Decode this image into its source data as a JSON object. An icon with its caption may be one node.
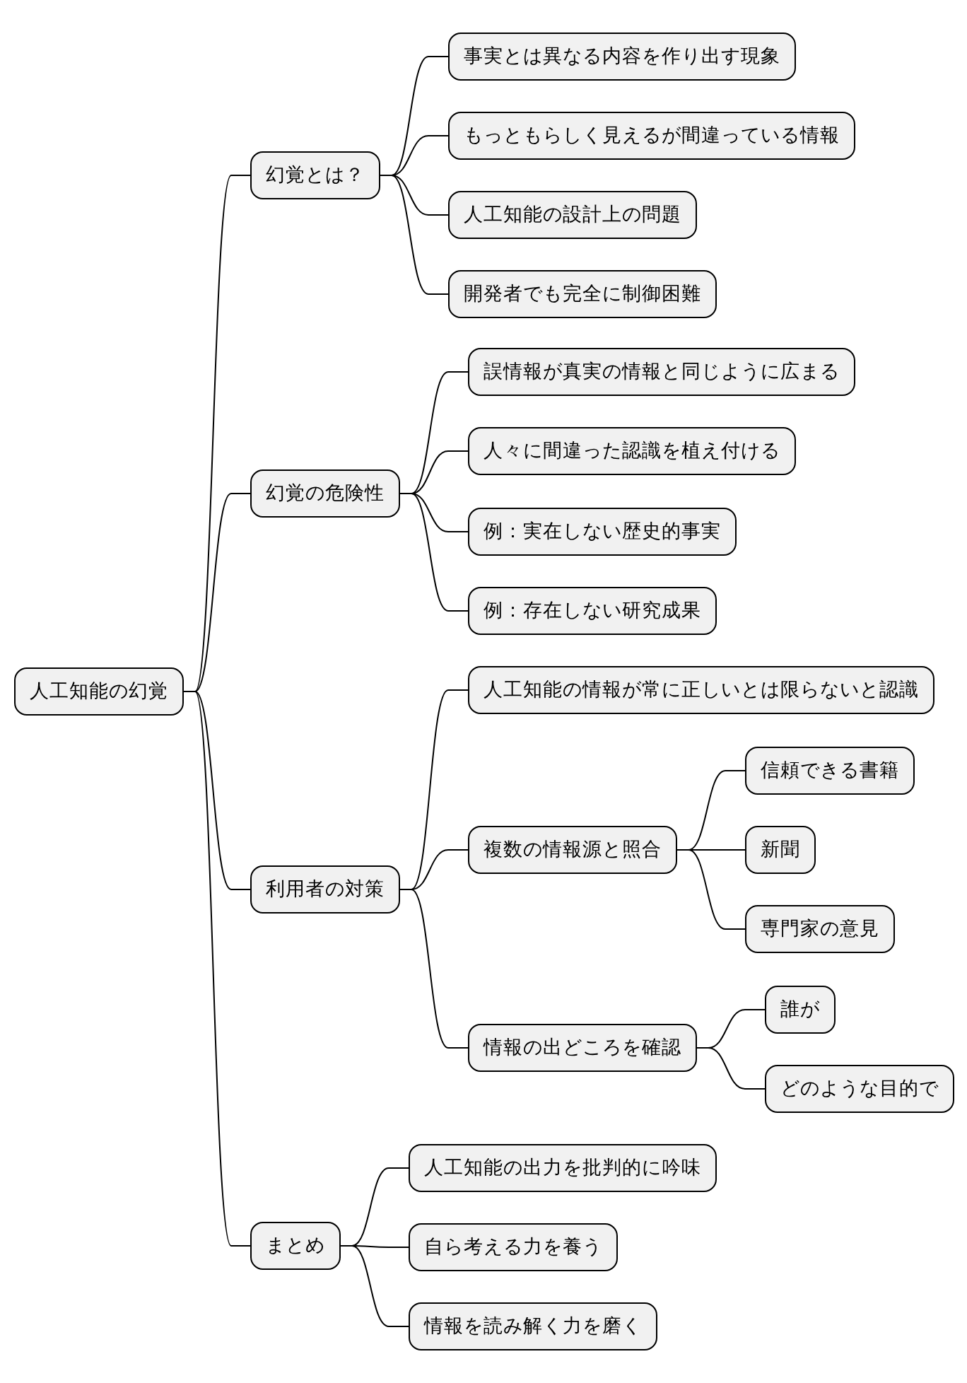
{
  "diagram": {
    "nodes": [
      {
        "text": [
          "人工知能の幻覚"
        ]
      },
      {
        "text": [
          "幻覚とは？"
        ]
      },
      {
        "text": [
          "事実とは異なる内容を作り出す現象"
        ]
      },
      {
        "text": [
          "もっともらしく見えるが間違っている情報"
        ]
      },
      {
        "text": [
          "人工知能の設計上の問題"
        ]
      },
      {
        "text": [
          "開発者でも完全に制御困難"
        ]
      },
      {
        "text": [
          "幻覚の危険性"
        ]
      },
      {
        "text": [
          "誤情報が真実の情報と同じように広まる"
        ]
      },
      {
        "text": [
          "人々に間違った認識を植え付ける"
        ]
      },
      {
        "text": [
          "例：実在しない歴史的事実"
        ]
      },
      {
        "text": [
          "例：存在しない研究成果"
        ]
      },
      {
        "text": [
          "利用者の対策"
        ]
      },
      {
        "text": [
          "人工知能の情報が常に正しいとは限らないと認識"
        ]
      },
      {
        "text": [
          "複数の情報源と照合"
        ]
      },
      {
        "text": [
          "信頼できる書籍"
        ]
      },
      {
        "text": [
          "新聞"
        ]
      },
      {
        "text": [
          "専門家の意見"
        ]
      },
      {
        "text": [
          "情報の出どころを確認"
        ]
      },
      {
        "text": [
          "誰が"
        ]
      },
      {
        "text": [
          "どのような目的で"
        ]
      },
      {
        "text": [
          "まとめ"
        ]
      },
      {
        "text": [
          "人工知能の出力を批判的に吟味"
        ]
      },
      {
        "text": [
          "自ら考える力を養う"
        ]
      },
      {
        "text": [
          "情報を読み解く力を磨く"
        ]
      }
    ],
    "edges": [
      {
        "from": 0,
        "to": 1,
        "arrow": "none"
      },
      {
        "from": 1,
        "to": 2,
        "arrow": "none"
      },
      {
        "from": 1,
        "to": 3,
        "arrow": "none"
      },
      {
        "from": 1,
        "to": 4,
        "arrow": "none"
      },
      {
        "from": 1,
        "to": 5,
        "arrow": "none"
      },
      {
        "from": 0,
        "to": 6,
        "arrow": "none"
      },
      {
        "from": 6,
        "to": 7,
        "arrow": "none"
      },
      {
        "from": 6,
        "to": 8,
        "arrow": "none"
      },
      {
        "from": 6,
        "to": 9,
        "arrow": "none"
      },
      {
        "from": 6,
        "to": 10,
        "arrow": "none"
      },
      {
        "from": 0,
        "to": 11,
        "arrow": "none"
      },
      {
        "from": 11,
        "to": 12,
        "arrow": "none"
      },
      {
        "from": 11,
        "to": 13,
        "arrow": "none"
      },
      {
        "from": 13,
        "to": 14,
        "arrow": "none"
      },
      {
        "from": 13,
        "to": 15,
        "arrow": "none"
      },
      {
        "from": 13,
        "to": 16,
        "arrow": "none"
      },
      {
        "from": 11,
        "to": 17,
        "arrow": "none"
      },
      {
        "from": 17,
        "to": 18,
        "arrow": "none"
      },
      {
        "from": 17,
        "to": 19,
        "arrow": "none"
      },
      {
        "from": 0,
        "to": 20,
        "arrow": "none"
      },
      {
        "from": 20,
        "to": 21,
        "arrow": "none"
      },
      {
        "from": 20,
        "to": 22,
        "arrow": "none"
      },
      {
        "from": 20,
        "to": 23,
        "arrow": "none"
      }
    ]
  }
}
